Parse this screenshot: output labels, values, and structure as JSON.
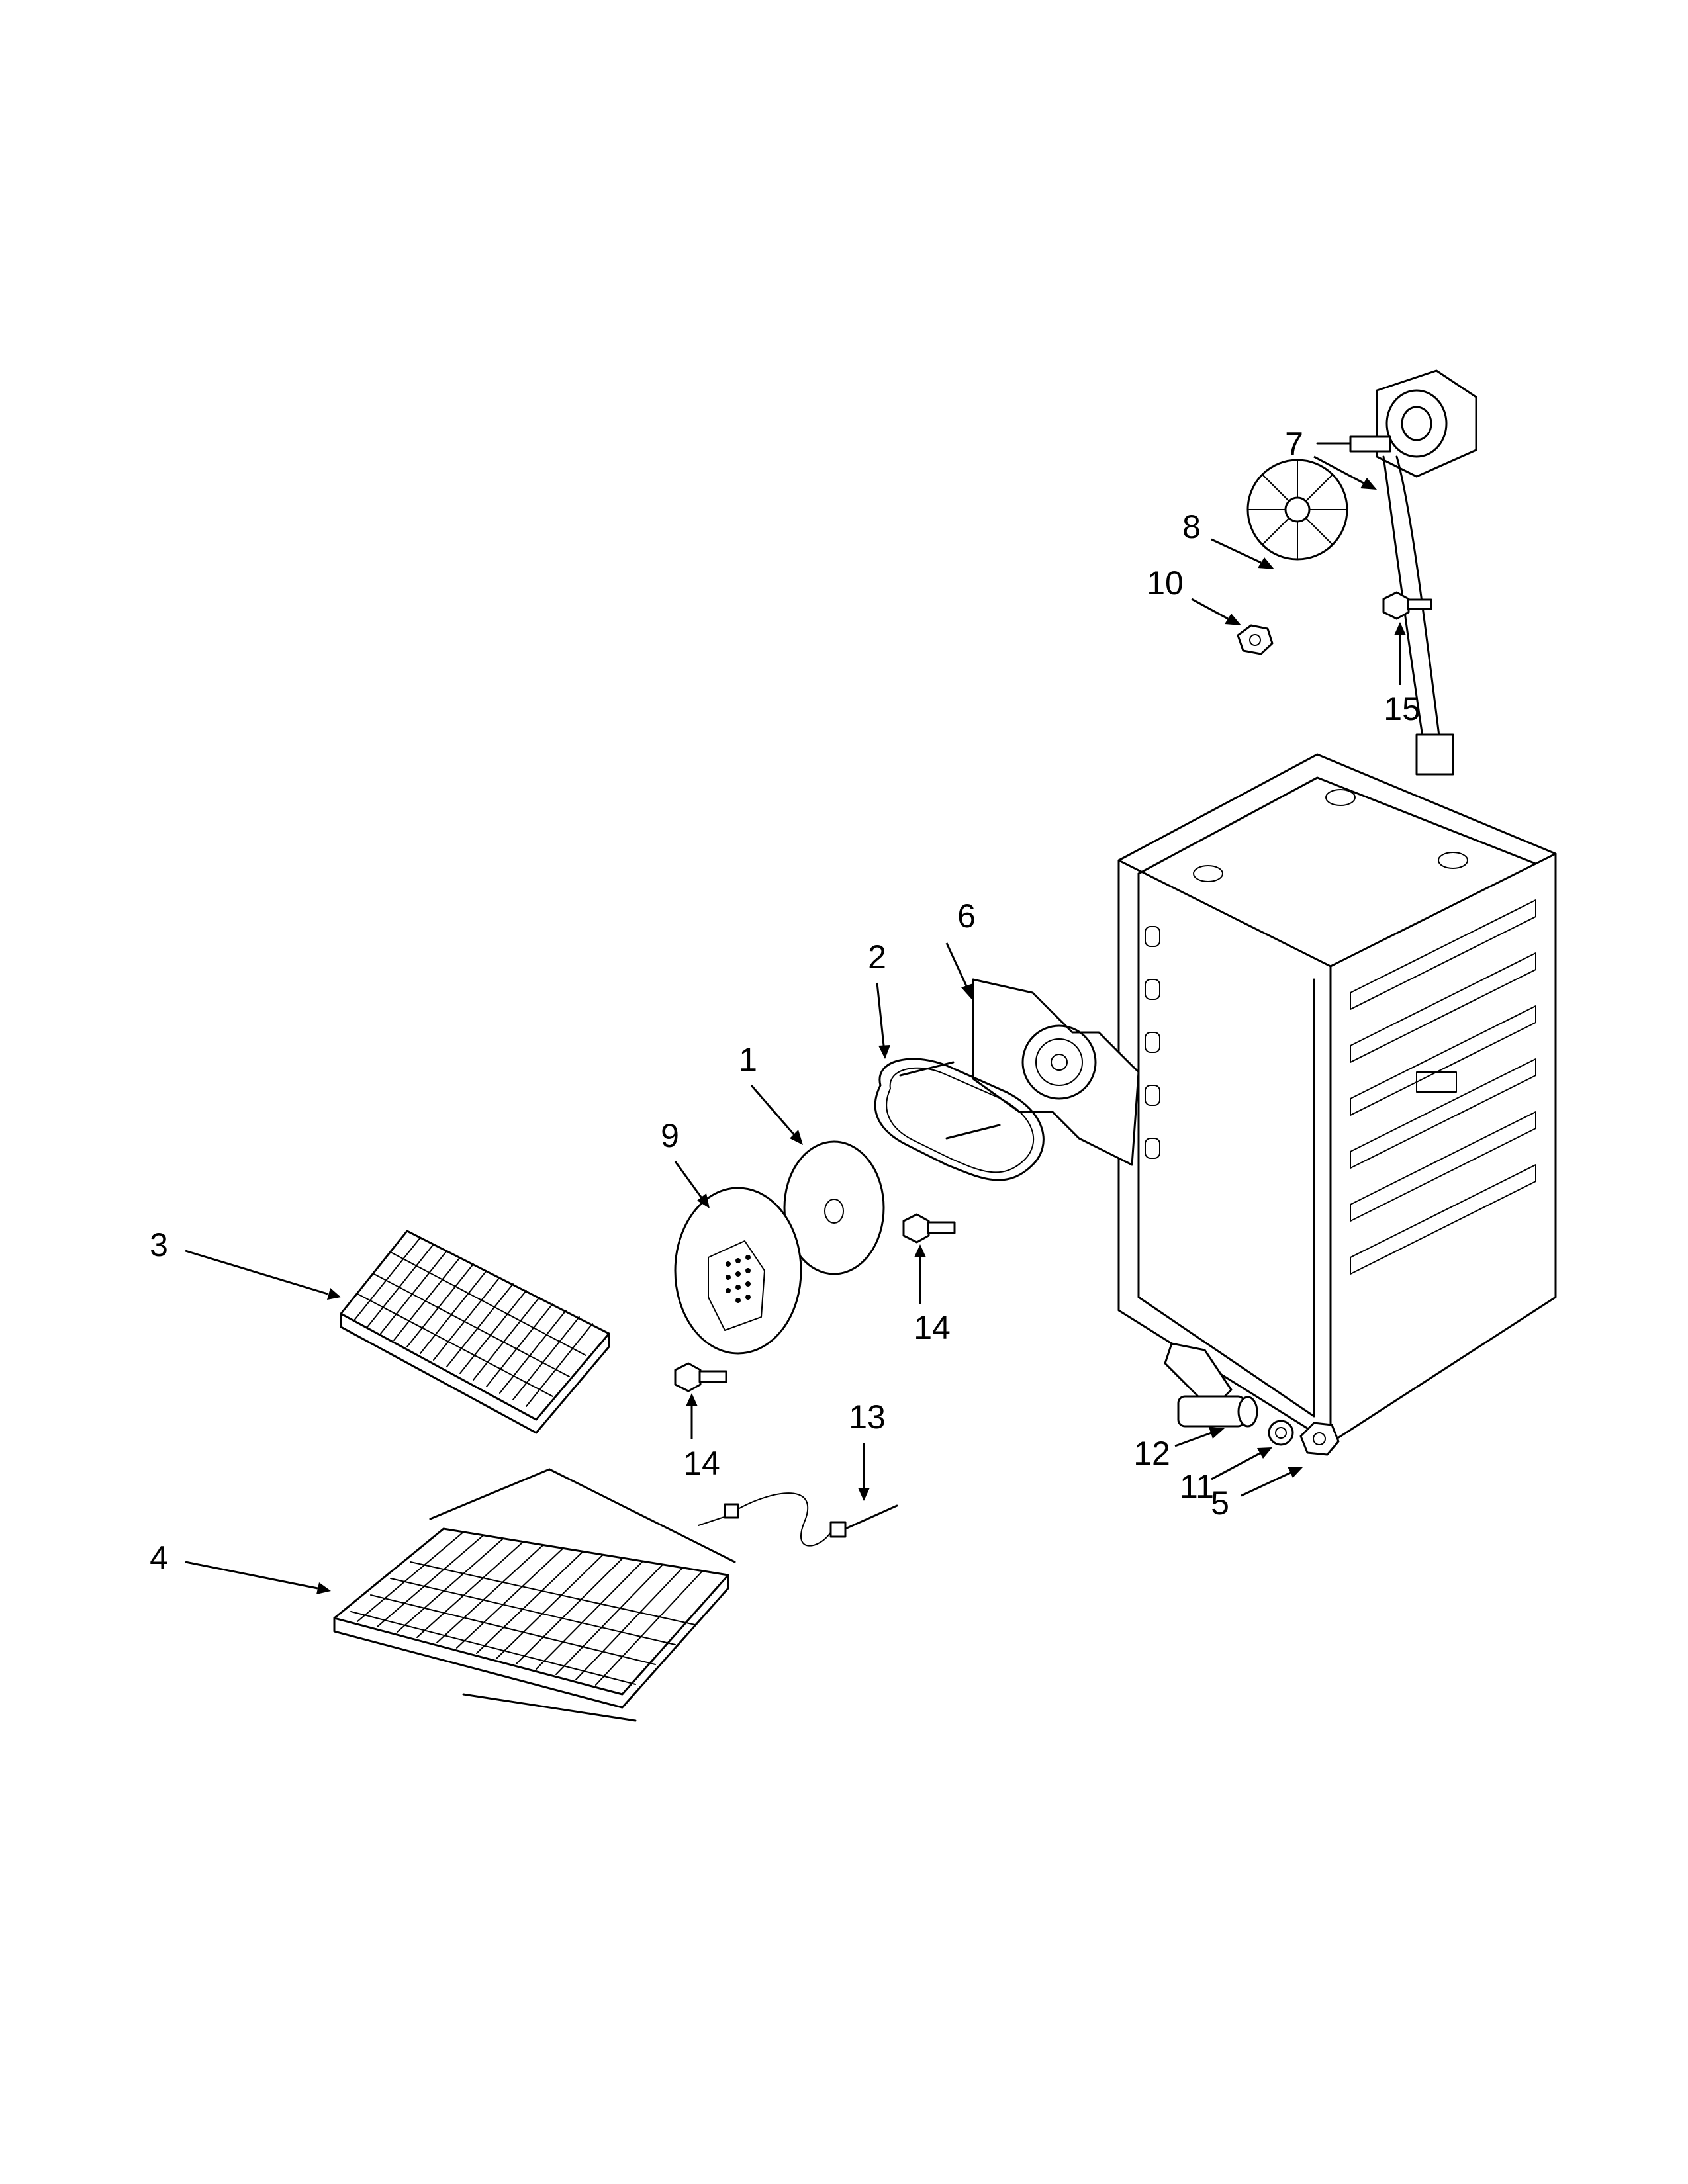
{
  "callouts": [
    {
      "id": "c1",
      "text": "1"
    },
    {
      "id": "c2",
      "text": "2"
    },
    {
      "id": "c3",
      "text": "3"
    },
    {
      "id": "c4",
      "text": "4"
    },
    {
      "id": "c5",
      "text": "5"
    },
    {
      "id": "c6",
      "text": "6"
    },
    {
      "id": "c7",
      "text": "7"
    },
    {
      "id": "c8",
      "text": "8"
    },
    {
      "id": "c9",
      "text": "9"
    },
    {
      "id": "c10",
      "text": "10"
    },
    {
      "id": "c11",
      "text": "11"
    },
    {
      "id": "c12",
      "text": "12"
    },
    {
      "id": "c13",
      "text": "13"
    },
    {
      "id": "c14a",
      "text": "14"
    },
    {
      "id": "c14b",
      "text": "14"
    },
    {
      "id": "c15",
      "text": "15"
    }
  ]
}
